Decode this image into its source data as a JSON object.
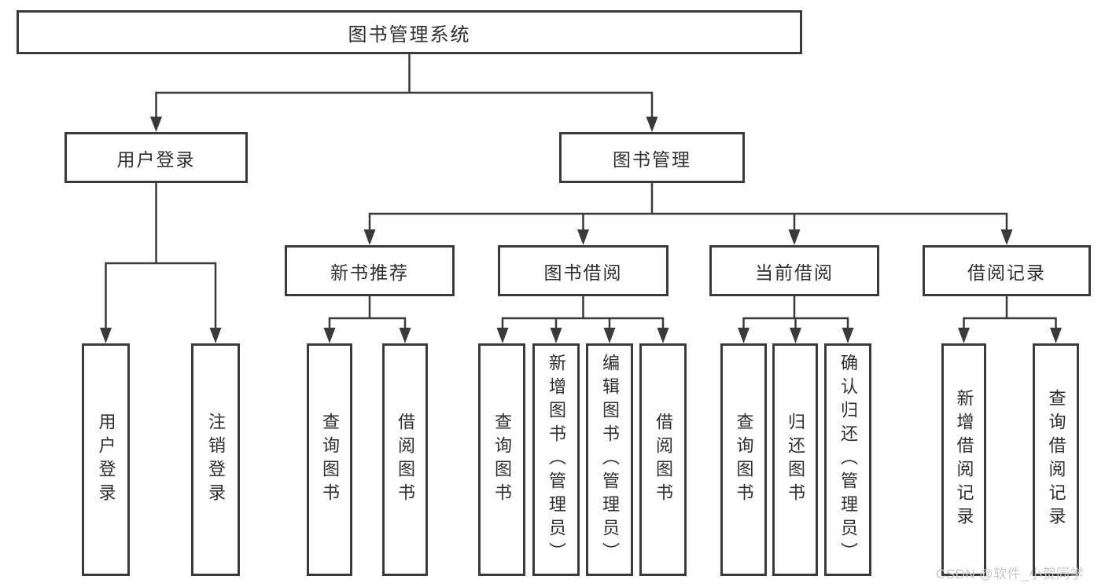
{
  "tree": {
    "root": {
      "label": "图书管理系统",
      "children": [
        {
          "label": "用户登录",
          "children": [
            {
              "label": "用户登录"
            },
            {
              "label": "注销登录"
            }
          ]
        },
        {
          "label": "图书管理",
          "children": [
            {
              "label": "新书推荐",
              "children": [
                {
                  "label": "查询图书"
                },
                {
                  "label": "借阅图书"
                }
              ]
            },
            {
              "label": "图书借阅",
              "children": [
                {
                  "label": "查询图书"
                },
                {
                  "label": "新增图书（管理员）"
                },
                {
                  "label": "编辑图书（管理员）"
                },
                {
                  "label": "借阅图书"
                }
              ]
            },
            {
              "label": "当前借阅",
              "children": [
                {
                  "label": "查询图书"
                },
                {
                  "label": "归还图书"
                },
                {
                  "label": "确认归还（管理员）"
                }
              ]
            },
            {
              "label": "借阅记录",
              "children": [
                {
                  "label": "新增借阅记录"
                },
                {
                  "label": "查询借阅记录"
                }
              ]
            }
          ]
        }
      ]
    }
  },
  "watermark": {
    "text": "CSDN @软件_小贺同学"
  },
  "colors": {
    "line": "#3a3a3a",
    "text": "#2e2e2e",
    "watermark": "#c9c9c9",
    "background": "#ffffff"
  }
}
